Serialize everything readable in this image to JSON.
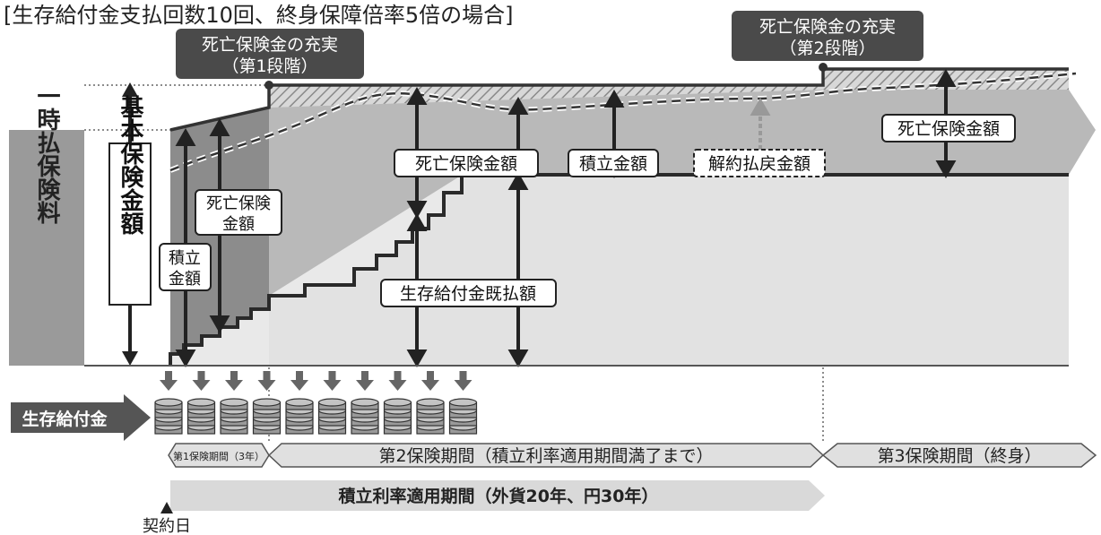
{
  "title": "[生存給付金支払回数10回、終身保障倍率5倍の場合]",
  "callouts": {
    "stage1": {
      "line1": "死亡保険金の充実",
      "line2": "（第1段階）"
    },
    "stage2": {
      "line1": "死亡保険金の充実",
      "line2": "（第2段階）"
    }
  },
  "left_labels": {
    "premium": "一時払保険料",
    "base_amount": "基本保険金額"
  },
  "labels": {
    "accumulation_small": {
      "line1": "積立",
      "line2": "金額"
    },
    "death_benefit_small": {
      "line1": "死亡保険",
      "line2": "金額"
    },
    "death_benefit_mid": "死亡保険金額",
    "accumulation": "積立金額",
    "surrender_value": "解約払戻金額",
    "death_benefit_right": "死亡保険金額",
    "paid_survival_benefit": "生存給付金既払額"
  },
  "survival_benefit": {
    "label": "生存給付金",
    "payments_count": 10
  },
  "periods": {
    "first": "第1保険期間（3年）",
    "second": "第2保険期間（積立利率適用期間満了まで）",
    "third": "第3保険期間（終身）"
  },
  "rate_period": "積立利率適用期間（外貨20年、円30年）",
  "contract_date": "契約日",
  "colors": {
    "dark_fill": "#8c8c8c",
    "mid_fill": "#b3b3b3",
    "light_fill": "#e9e9e9",
    "premium_box": "#9a9a9a",
    "callout_bg": "#4a4a4a",
    "line": "#333333"
  }
}
